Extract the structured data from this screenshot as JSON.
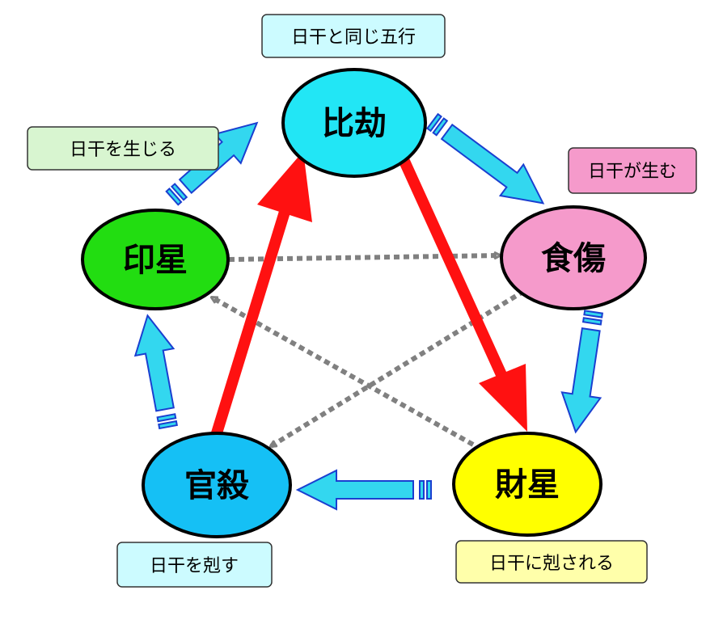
{
  "colors": {
    "hikou": "#22E6F5",
    "insei": "#22DD11",
    "shokushou": "#F59ACB",
    "zaisei": "#FFFF00",
    "kansatsu": "#15C0F5",
    "label_blue": "#CCFBFF",
    "label_green": "#D8F5D0",
    "label_pink": "#F59ACB",
    "label_yellow": "#FFFFAA",
    "block_arrow": "#33D7EF",
    "red_arrow": "#FF1111",
    "dotted_arrow": "#808080"
  },
  "nodes": {
    "hikou": "比劫",
    "insei": "印星",
    "shokushou": "食傷",
    "zaisei": "財星",
    "kansatsu": "官殺"
  },
  "labels": {
    "hikou": "日干と同じ五行",
    "insei": "日干を生じる",
    "shokushou": "日干が生む",
    "kansatsu": "日干を剋す",
    "zaisei": "日干に剋される"
  }
}
